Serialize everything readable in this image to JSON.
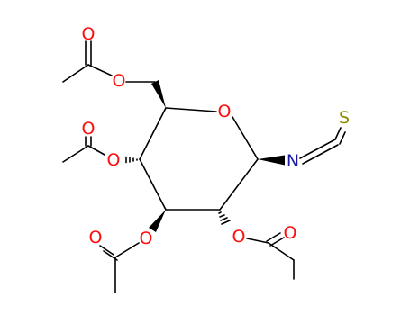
{
  "structure": {
    "atoms": {
      "ring_oxygen": "O",
      "nitrogen": "N",
      "sulfur": "S",
      "o6_ester": "O",
      "o6_carbonyl": "O",
      "o4_ester": "O",
      "o4_carbonyl": "O",
      "o3_ester": "O",
      "o3_carbonyl": "O",
      "o2_ester": "O",
      "o2_carbonyl": "O"
    }
  },
  "colors": {
    "bond": "#000000",
    "oxygen": "#ff0d0d",
    "nitrogen": "#1a1aa6",
    "sulfur": "#8c8c00"
  }
}
